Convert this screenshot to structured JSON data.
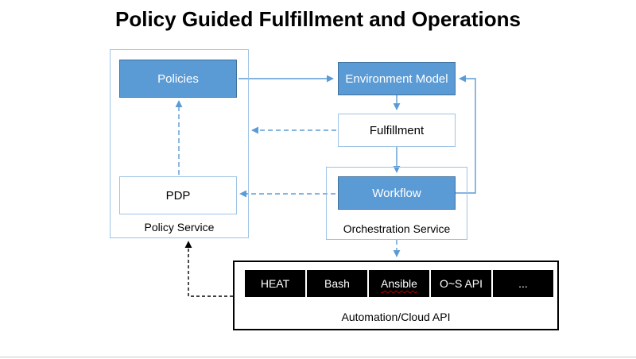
{
  "title": "Policy Guided Fulfillment and Operations",
  "colors": {
    "node_fill": "#5B9BD5",
    "node_border": "#41719C",
    "container_border": "#9DC3E6",
    "arrow_blue": "#5B9BD5",
    "arrow_black": "#000000",
    "automation_item_bg": "#000000",
    "automation_item_text": "#FFFFFF",
    "spellcheck_underline": "#C00000"
  },
  "nodes": {
    "policies": {
      "label": "Policies"
    },
    "pdp": {
      "label": "PDP"
    },
    "environment_model": {
      "label": "Environment Model"
    },
    "fulfillment": {
      "label": "Fulfillment"
    },
    "workflow": {
      "label": "Workflow"
    }
  },
  "containers": {
    "policy_service": {
      "label": "Policy Service"
    },
    "orchestration_service": {
      "label": "Orchestration Service"
    },
    "automation": {
      "label": "Automation/Cloud API"
    }
  },
  "automation_items": [
    {
      "label": "HEAT"
    },
    {
      "label": "Bash"
    },
    {
      "label": "Ansible",
      "misspelled": true
    },
    {
      "label": "O~S API"
    },
    {
      "label": "..."
    }
  ],
  "connections": [
    {
      "from": "Policies",
      "to": "Environment Model",
      "style": "solid-blue"
    },
    {
      "from": "Environment Model",
      "to": "Fulfillment",
      "style": "solid-blue"
    },
    {
      "from": "Fulfillment",
      "to": "Workflow",
      "style": "solid-blue"
    },
    {
      "from": "Workflow",
      "to": "Environment Model",
      "style": "solid-blue"
    },
    {
      "from": "Fulfillment",
      "to": "Policy Service",
      "style": "dashed-blue"
    },
    {
      "from": "Workflow",
      "to": "PDP",
      "style": "dashed-blue"
    },
    {
      "from": "PDP",
      "to": "Policies",
      "style": "dashed-blue"
    },
    {
      "from": "Orchestration Service",
      "to": "Automation/Cloud API",
      "style": "dashed-blue"
    },
    {
      "from": "Automation/Cloud API",
      "to": "Policy Service",
      "style": "dashed-black"
    }
  ]
}
